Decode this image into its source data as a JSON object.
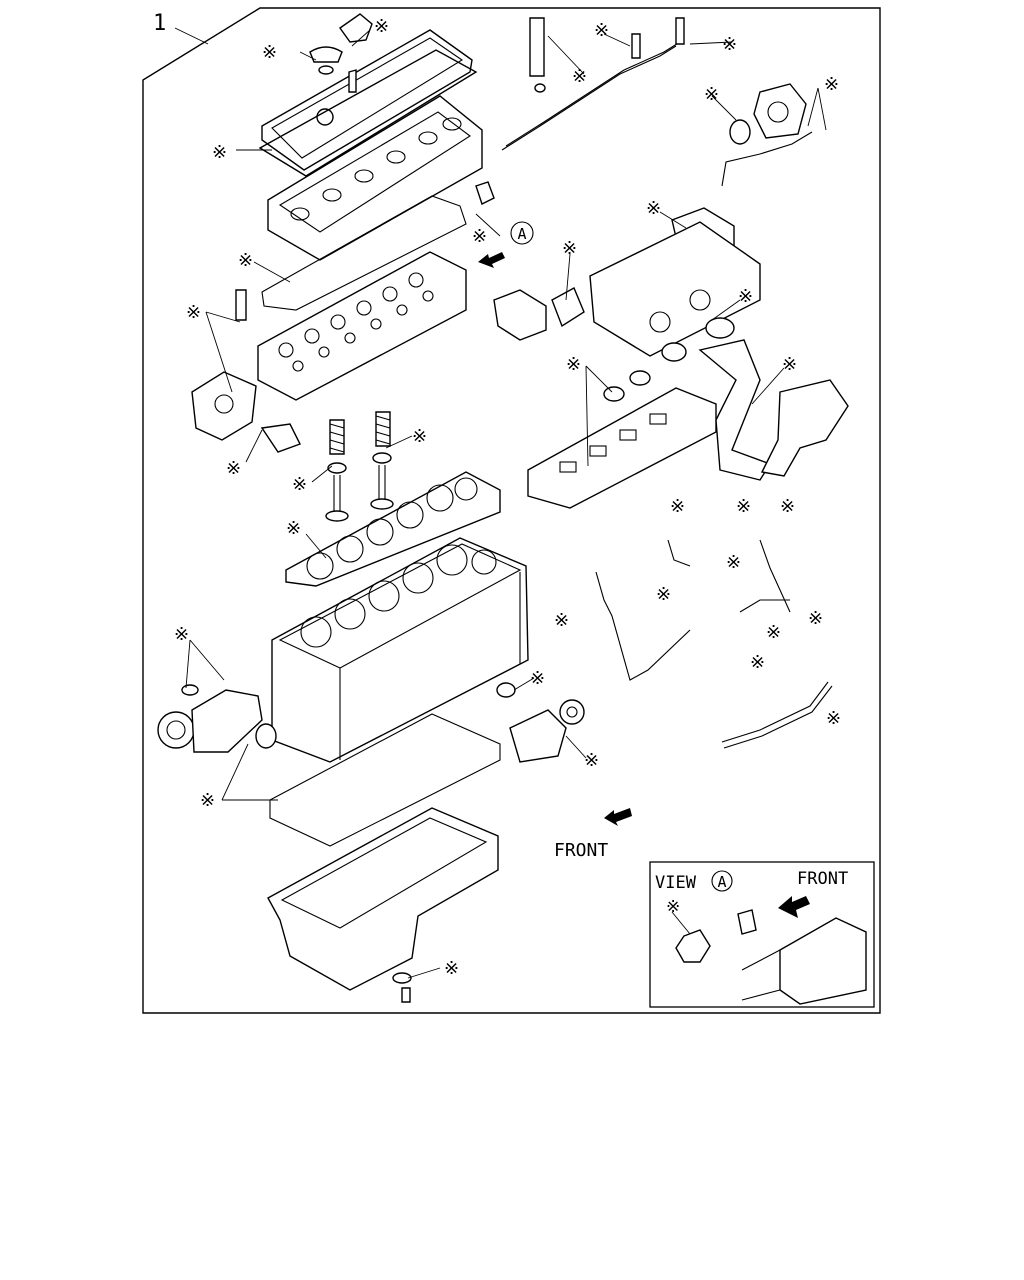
{
  "item_number": "1",
  "mark_symbol": "※",
  "view_callout": "A",
  "front_label": "FRONT",
  "inset": {
    "view_word": "VIEW",
    "view_letter": "A",
    "front_label": "FRONT"
  }
}
